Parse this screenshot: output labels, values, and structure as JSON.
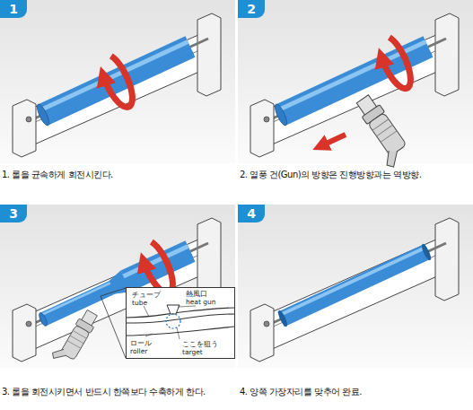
{
  "diagram": {
    "nodes": [
      {
        "text": [
          "1"
        ]
      },
      {
        "text": [
          "2"
        ]
      },
      {
        "text": [
          "3"
        ]
      },
      {
        "text": [
          "チューブ",
          "tube",
          "熱風口",
          "heat gun",
          "ロール",
          "roller",
          "ここを狙う",
          "target"
        ]
      },
      {
        "text": [
          "4"
        ]
      }
    ],
    "labels": [
      "1. 롤을 균속하게 회전시킨다.",
      "2. 열풍 건(Gun)의 방향은 진행방향과는 역방향.",
      "3. 롤을 회전시키면서 반드시 한쪽보다 수축하게 한다.",
      "4. 양쪽 가장자리를 맞추어 완료."
    ]
  }
}
